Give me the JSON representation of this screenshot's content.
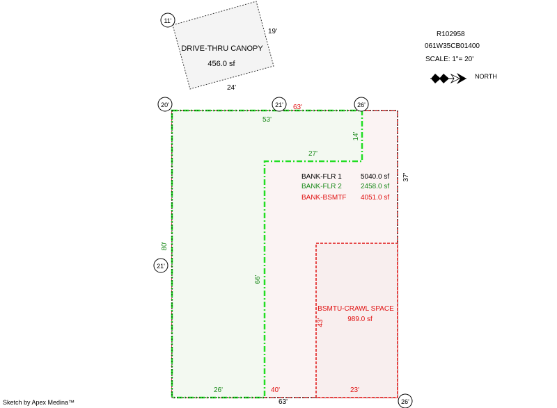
{
  "header": {
    "parcel_id": "R102958",
    "map_number": "061W35CB01400",
    "scale": "SCALE: 1\"= 20'",
    "north_label": "NORTH"
  },
  "canopy": {
    "label": "DRIVE-THRU CANOPY",
    "area": "456.0 sf",
    "dim_right": "19'",
    "dim_bottom": "24'",
    "corner_tag": "11'"
  },
  "main": {
    "top_dim_outer": "63'",
    "top_dim_inner": "53'",
    "bottom_dim_outer": "63'",
    "bottom_left_dim": "26'",
    "bottom_mid_dim": "40'",
    "bottom_right_dim": "23'",
    "left_dim": "80'",
    "right_dim": "37'",
    "notch_vertical_dim": "14'",
    "notch_horizontal_dim": "27'",
    "inner_vertical_dim": "66'",
    "crawl_vertical_dim": "43'",
    "corner_tags": {
      "top_left": "20'",
      "top_mid": "21'",
      "top_right": "26'",
      "left_mid": "21'",
      "bottom_right": "26'"
    }
  },
  "legend": [
    {
      "name": "BANK-FLR 1",
      "area": "5040.0 sf",
      "color": "#000000"
    },
    {
      "name": "BANK-FLR 2",
      "area": "2458.0 sf",
      "color": "#1a8a1a"
    },
    {
      "name": "BANK-BSMTF",
      "area": "4051.0 sf",
      "color": "#e01010"
    }
  ],
  "crawl_space": {
    "label": "BSMTU-CRAWL SPACE",
    "area": "989.0 sf"
  },
  "footer": {
    "credit": "Sketch by Apex Medina™"
  }
}
